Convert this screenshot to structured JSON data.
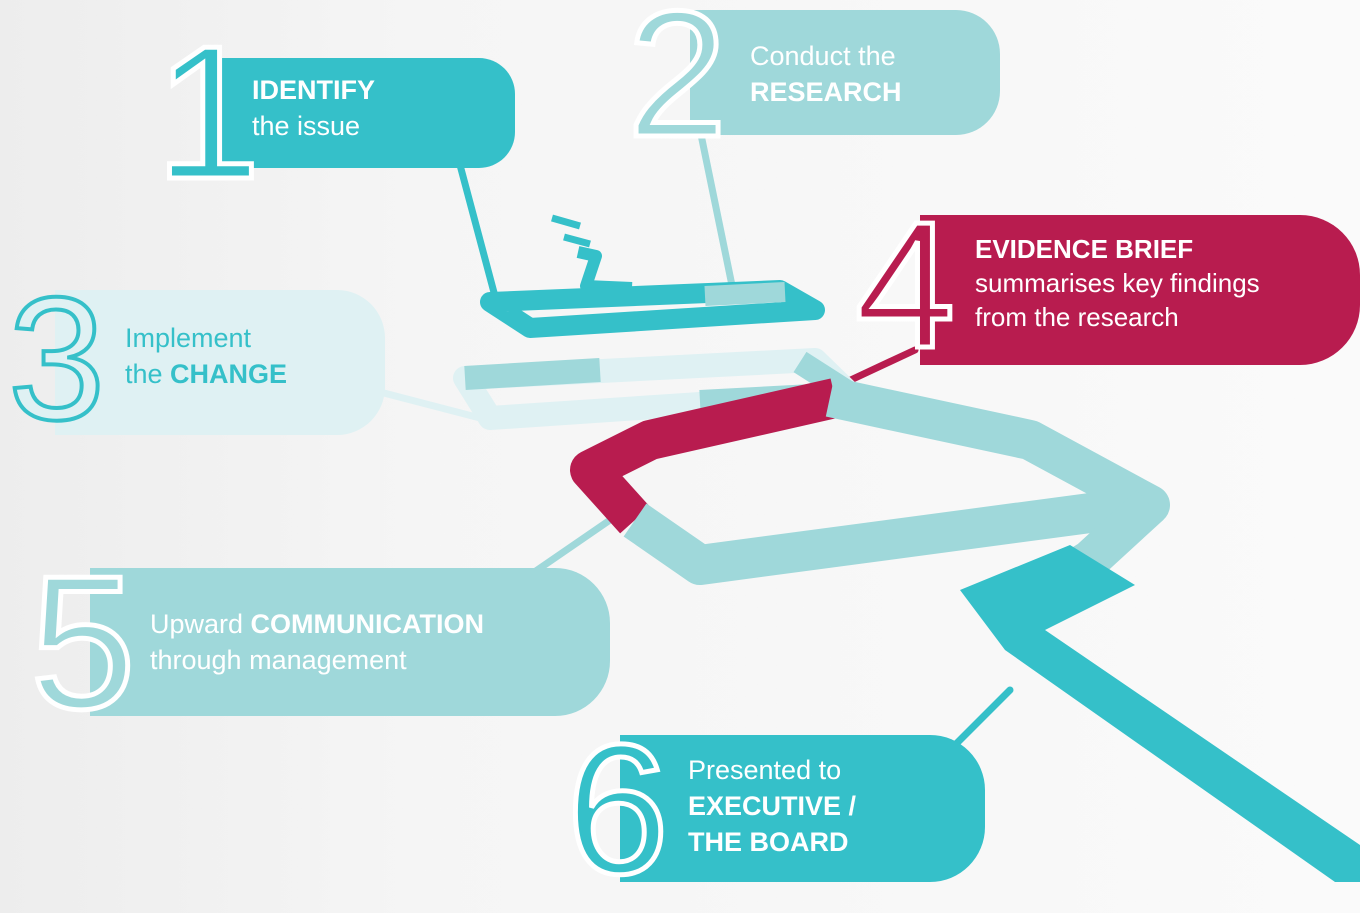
{
  "colors": {
    "teal": "#35c0c9",
    "teal_light": "#9fd8da",
    "teal_pale": "#dff1f3",
    "crimson": "#b81c4f",
    "white": "#ffffff"
  },
  "steps": [
    {
      "number": "1",
      "line1": "IDENTIFY",
      "line2": "the issue",
      "color": "#35c0c9"
    },
    {
      "number": "2",
      "line1": "Conduct the",
      "line2": "RESEARCH",
      "color": "#9fd8da"
    },
    {
      "number": "3",
      "line1": "Implement",
      "line2_pre": "the ",
      "line2_bold": "CHANGE",
      "color": "#dff1f3",
      "text_color": "#35c0c9"
    },
    {
      "number": "4",
      "line1": "EVIDENCE BRIEF",
      "line2": "summarises key findings",
      "line3": "from the research",
      "color": "#b81c4f"
    },
    {
      "number": "5",
      "line1_pre": "Upward ",
      "line1_bold": "COMMUNICATION",
      "line2": "through management",
      "color": "#9fd8da"
    },
    {
      "number": "6",
      "line1": "Presented to",
      "line2": "EXECUTIVE /",
      "line3": "THE BOARD",
      "color": "#35c0c9"
    }
  ]
}
